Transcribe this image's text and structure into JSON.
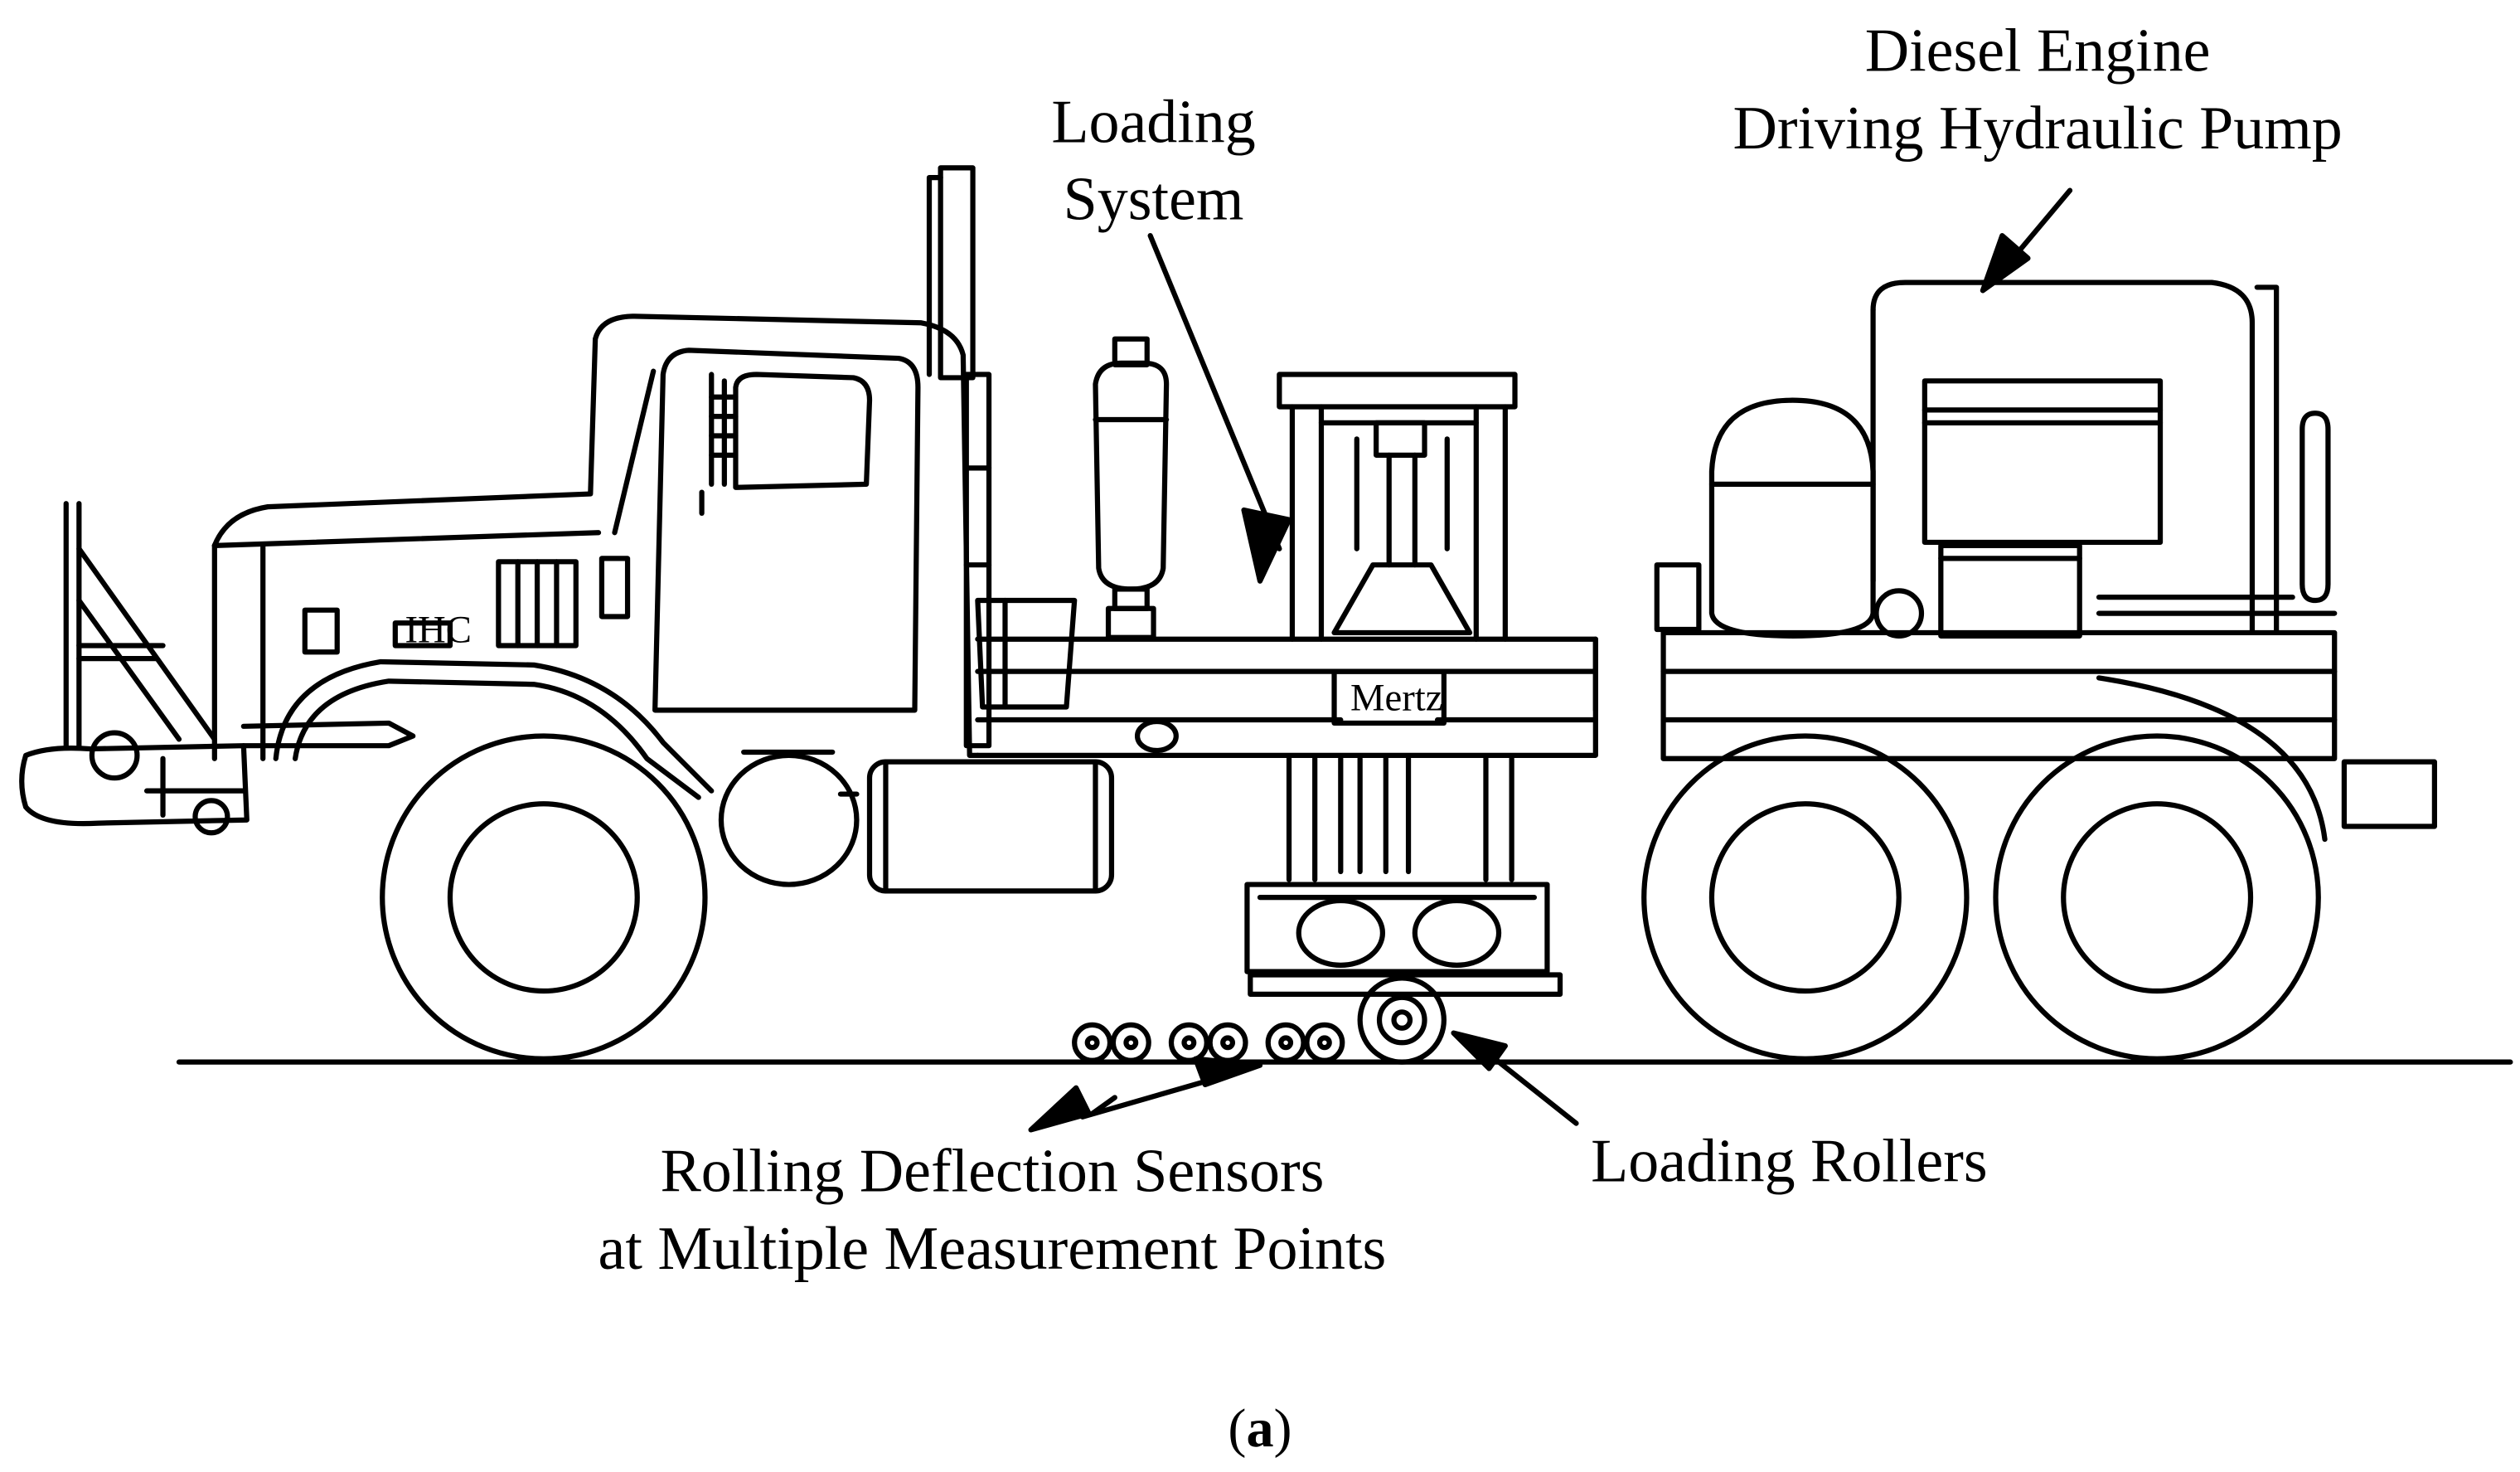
{
  "labels": {
    "loading_system_line1": "Loading",
    "loading_system_line2": "System",
    "diesel_line1": "Diesel Engine",
    "diesel_line2": "Driving Hydraulic Pump",
    "sensors_line1": "Rolling Deflection Sensors",
    "sensors_line2": "at Multiple Measurement Points",
    "rollers": "Loading  Rollers",
    "mertz_plate": "Mertz",
    "ihc_badge": "IHC",
    "panel_open": "(",
    "panel_letter": "a",
    "panel_close": ")"
  },
  "colors": {
    "ink": "#000000",
    "paper": "#ffffff"
  }
}
